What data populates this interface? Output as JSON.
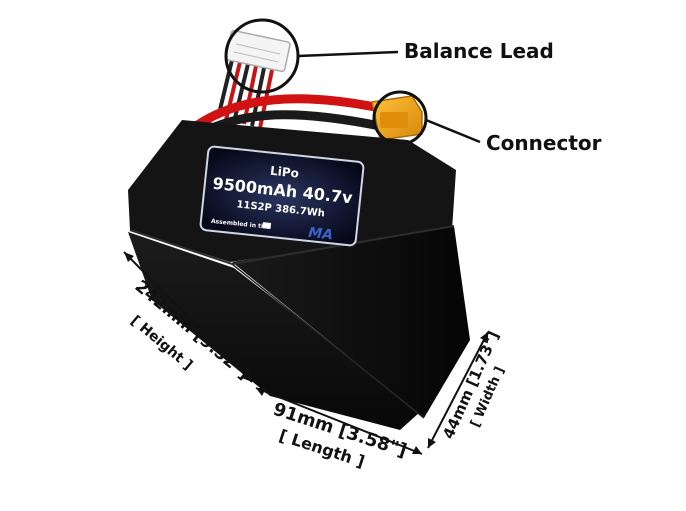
{
  "product": {
    "label_chemistry": "LiPo",
    "label_capacity_voltage": "9500mAh 40.7v",
    "label_config_energy": "11S2P 386.7Wh",
    "label_assembled": "Assembled in the",
    "logo_text": "MA"
  },
  "callouts": {
    "balance_lead": "Balance Lead",
    "connector": "Connector"
  },
  "dimensions": {
    "height_value": "242mm [9.52\"]",
    "height_name": "[ Height ]",
    "length_value": "91mm [3.58\"]",
    "length_name": "[ Length ]",
    "width_value": "44mm [1.73\"]",
    "width_name": "[ Width ]"
  },
  "colors": {
    "battery_body": "#0b0b0b",
    "label_border": "#cfd6e6",
    "connector": "#f2a30f",
    "wire_red": "#d11212",
    "logo_blue": "#3a63c9"
  }
}
